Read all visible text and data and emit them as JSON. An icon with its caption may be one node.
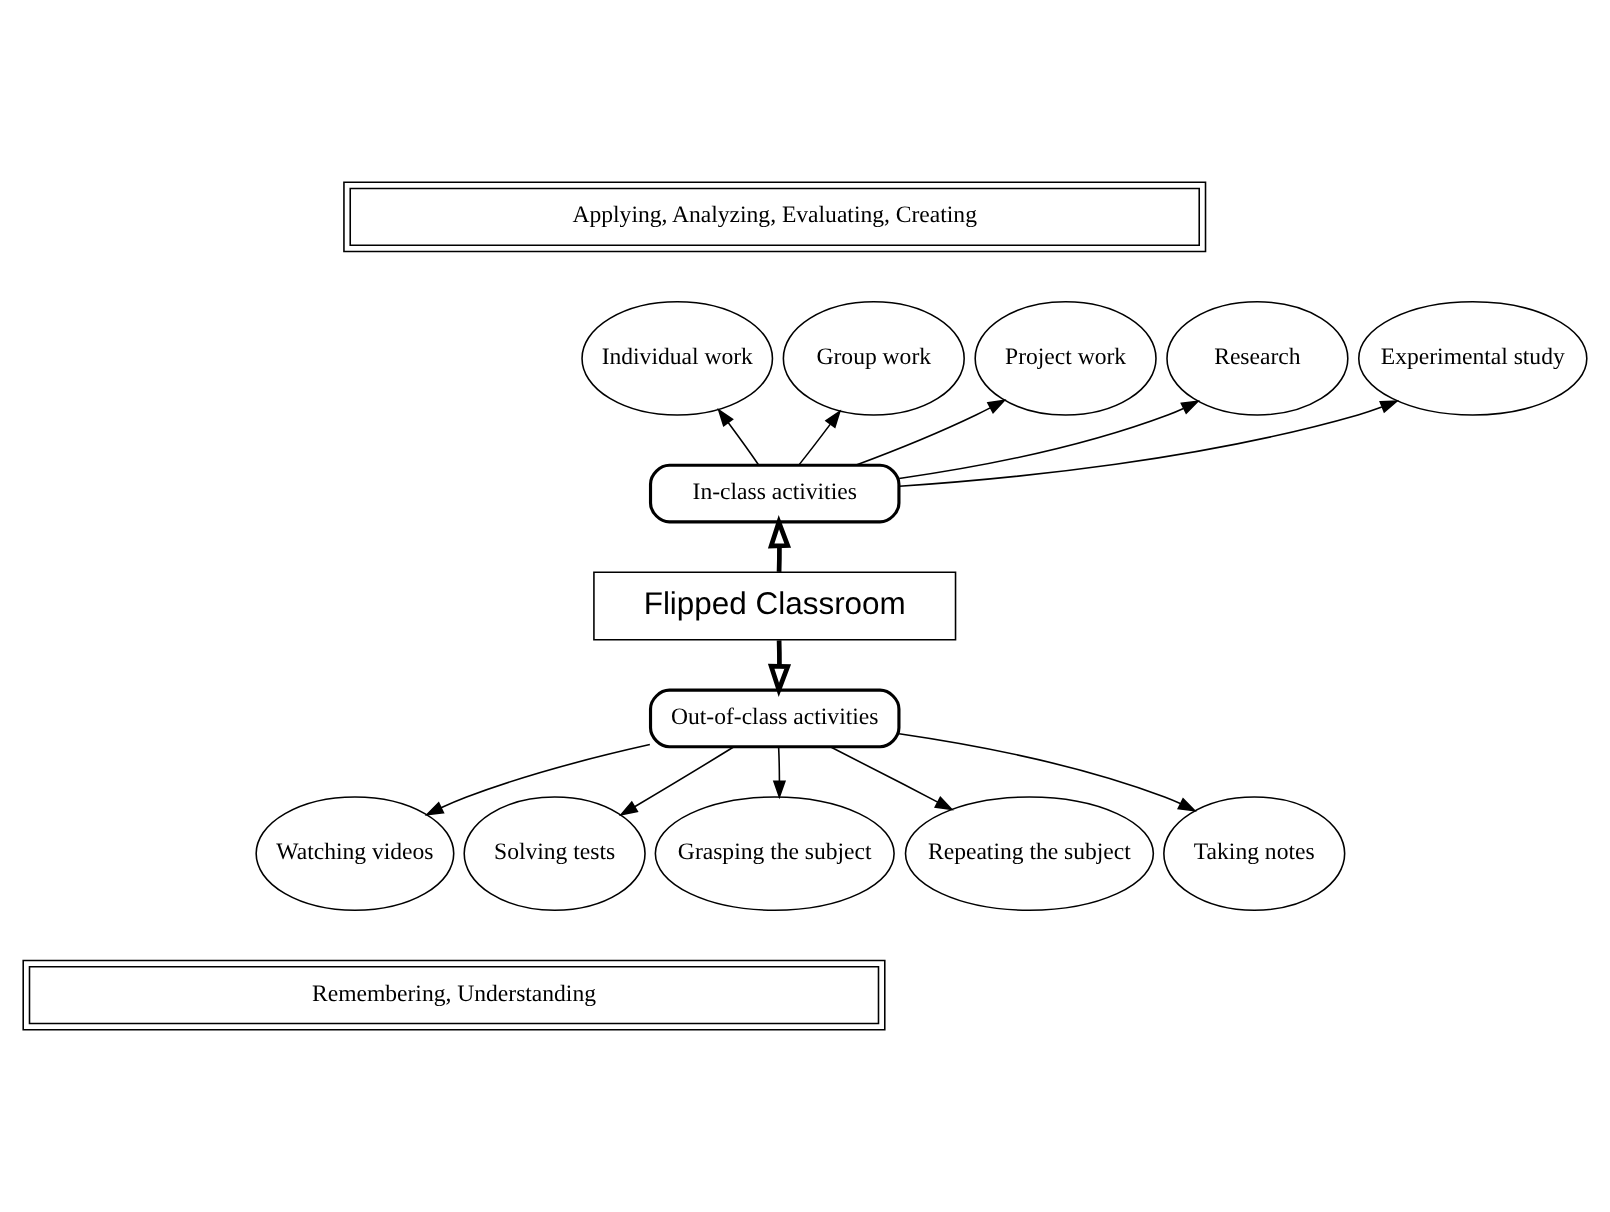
{
  "diagram": {
    "nodes": [
      {
        "text": [
          "Applying, Analyzing, Evaluating, Creating"
        ]
      },
      {
        "text": [
          "Individual work"
        ]
      },
      {
        "text": [
          "Group work"
        ]
      },
      {
        "text": [
          "Project work"
        ]
      },
      {
        "text": [
          "Research"
        ]
      },
      {
        "text": [
          "Experimental study"
        ]
      },
      {
        "text": [
          "In-class activities"
        ]
      },
      {
        "text": [
          "Flipped Classroom"
        ]
      },
      {
        "text": [
          "Out-of-class activities"
        ]
      },
      {
        "text": [
          "Watching videos"
        ]
      },
      {
        "text": [
          "Solving tests"
        ]
      },
      {
        "text": [
          "Grasping the subject"
        ]
      },
      {
        "text": [
          "Repeating the subject"
        ]
      },
      {
        "text": [
          "Taking notes"
        ]
      },
      {
        "text": [
          "Remembering, Understanding"
        ]
      }
    ],
    "edges": [
      {
        "from": 6,
        "to": 1,
        "arrow": "to"
      },
      {
        "from": 6,
        "to": 2,
        "arrow": "to"
      },
      {
        "from": 6,
        "to": 3,
        "arrow": "to"
      },
      {
        "from": 6,
        "to": 4,
        "arrow": "to"
      },
      {
        "from": 6,
        "to": 5,
        "arrow": "to"
      },
      {
        "from": 7,
        "to": 6,
        "arrow": "to",
        "style": "thick"
      },
      {
        "from": 7,
        "to": 8,
        "arrow": "to",
        "style": "thick"
      },
      {
        "from": 8,
        "to": 9,
        "arrow": "to"
      },
      {
        "from": 8,
        "to": 10,
        "arrow": "to"
      },
      {
        "from": 8,
        "to": 11,
        "arrow": "to"
      },
      {
        "from": 8,
        "to": 12,
        "arrow": "to"
      },
      {
        "from": 8,
        "to": 13,
        "arrow": "to"
      }
    ]
  }
}
